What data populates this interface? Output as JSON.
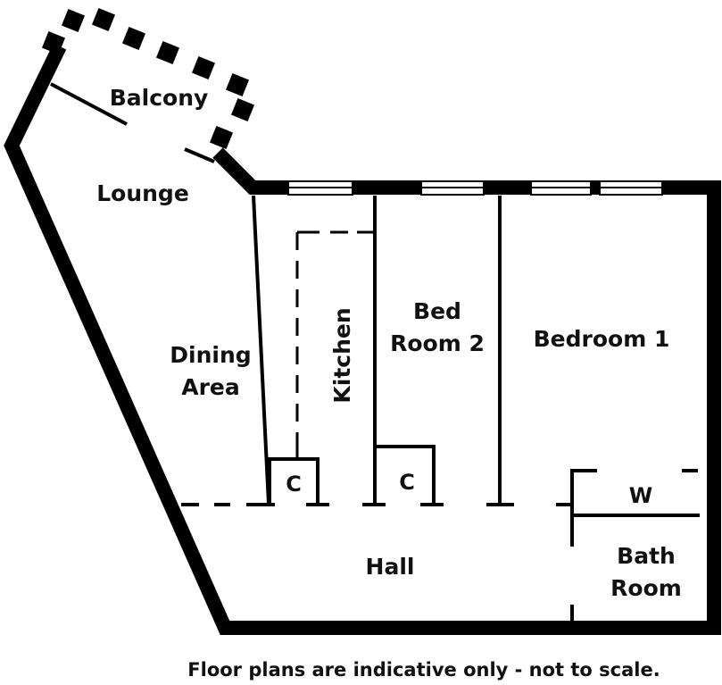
{
  "rooms": {
    "balcony": "Balcony",
    "lounge": "Lounge",
    "dining_line1": "Dining",
    "dining_line2": "Area",
    "kitchen": "Kitchen",
    "bed2_line1": "Bed",
    "bed2_line2": "Room 2",
    "bedroom1": "Bedroom 1",
    "cupboard_kitchen": "C",
    "cupboard_bed2": "C",
    "wardrobe": "W",
    "hall": "Hall",
    "bath_line1": "Bath",
    "bath_line2": "Room"
  },
  "caption": "Floor plans are indicative only - not to scale.",
  "colors": {
    "wall": "#000000",
    "window_fill": "#ffffff",
    "text": "#111111"
  }
}
